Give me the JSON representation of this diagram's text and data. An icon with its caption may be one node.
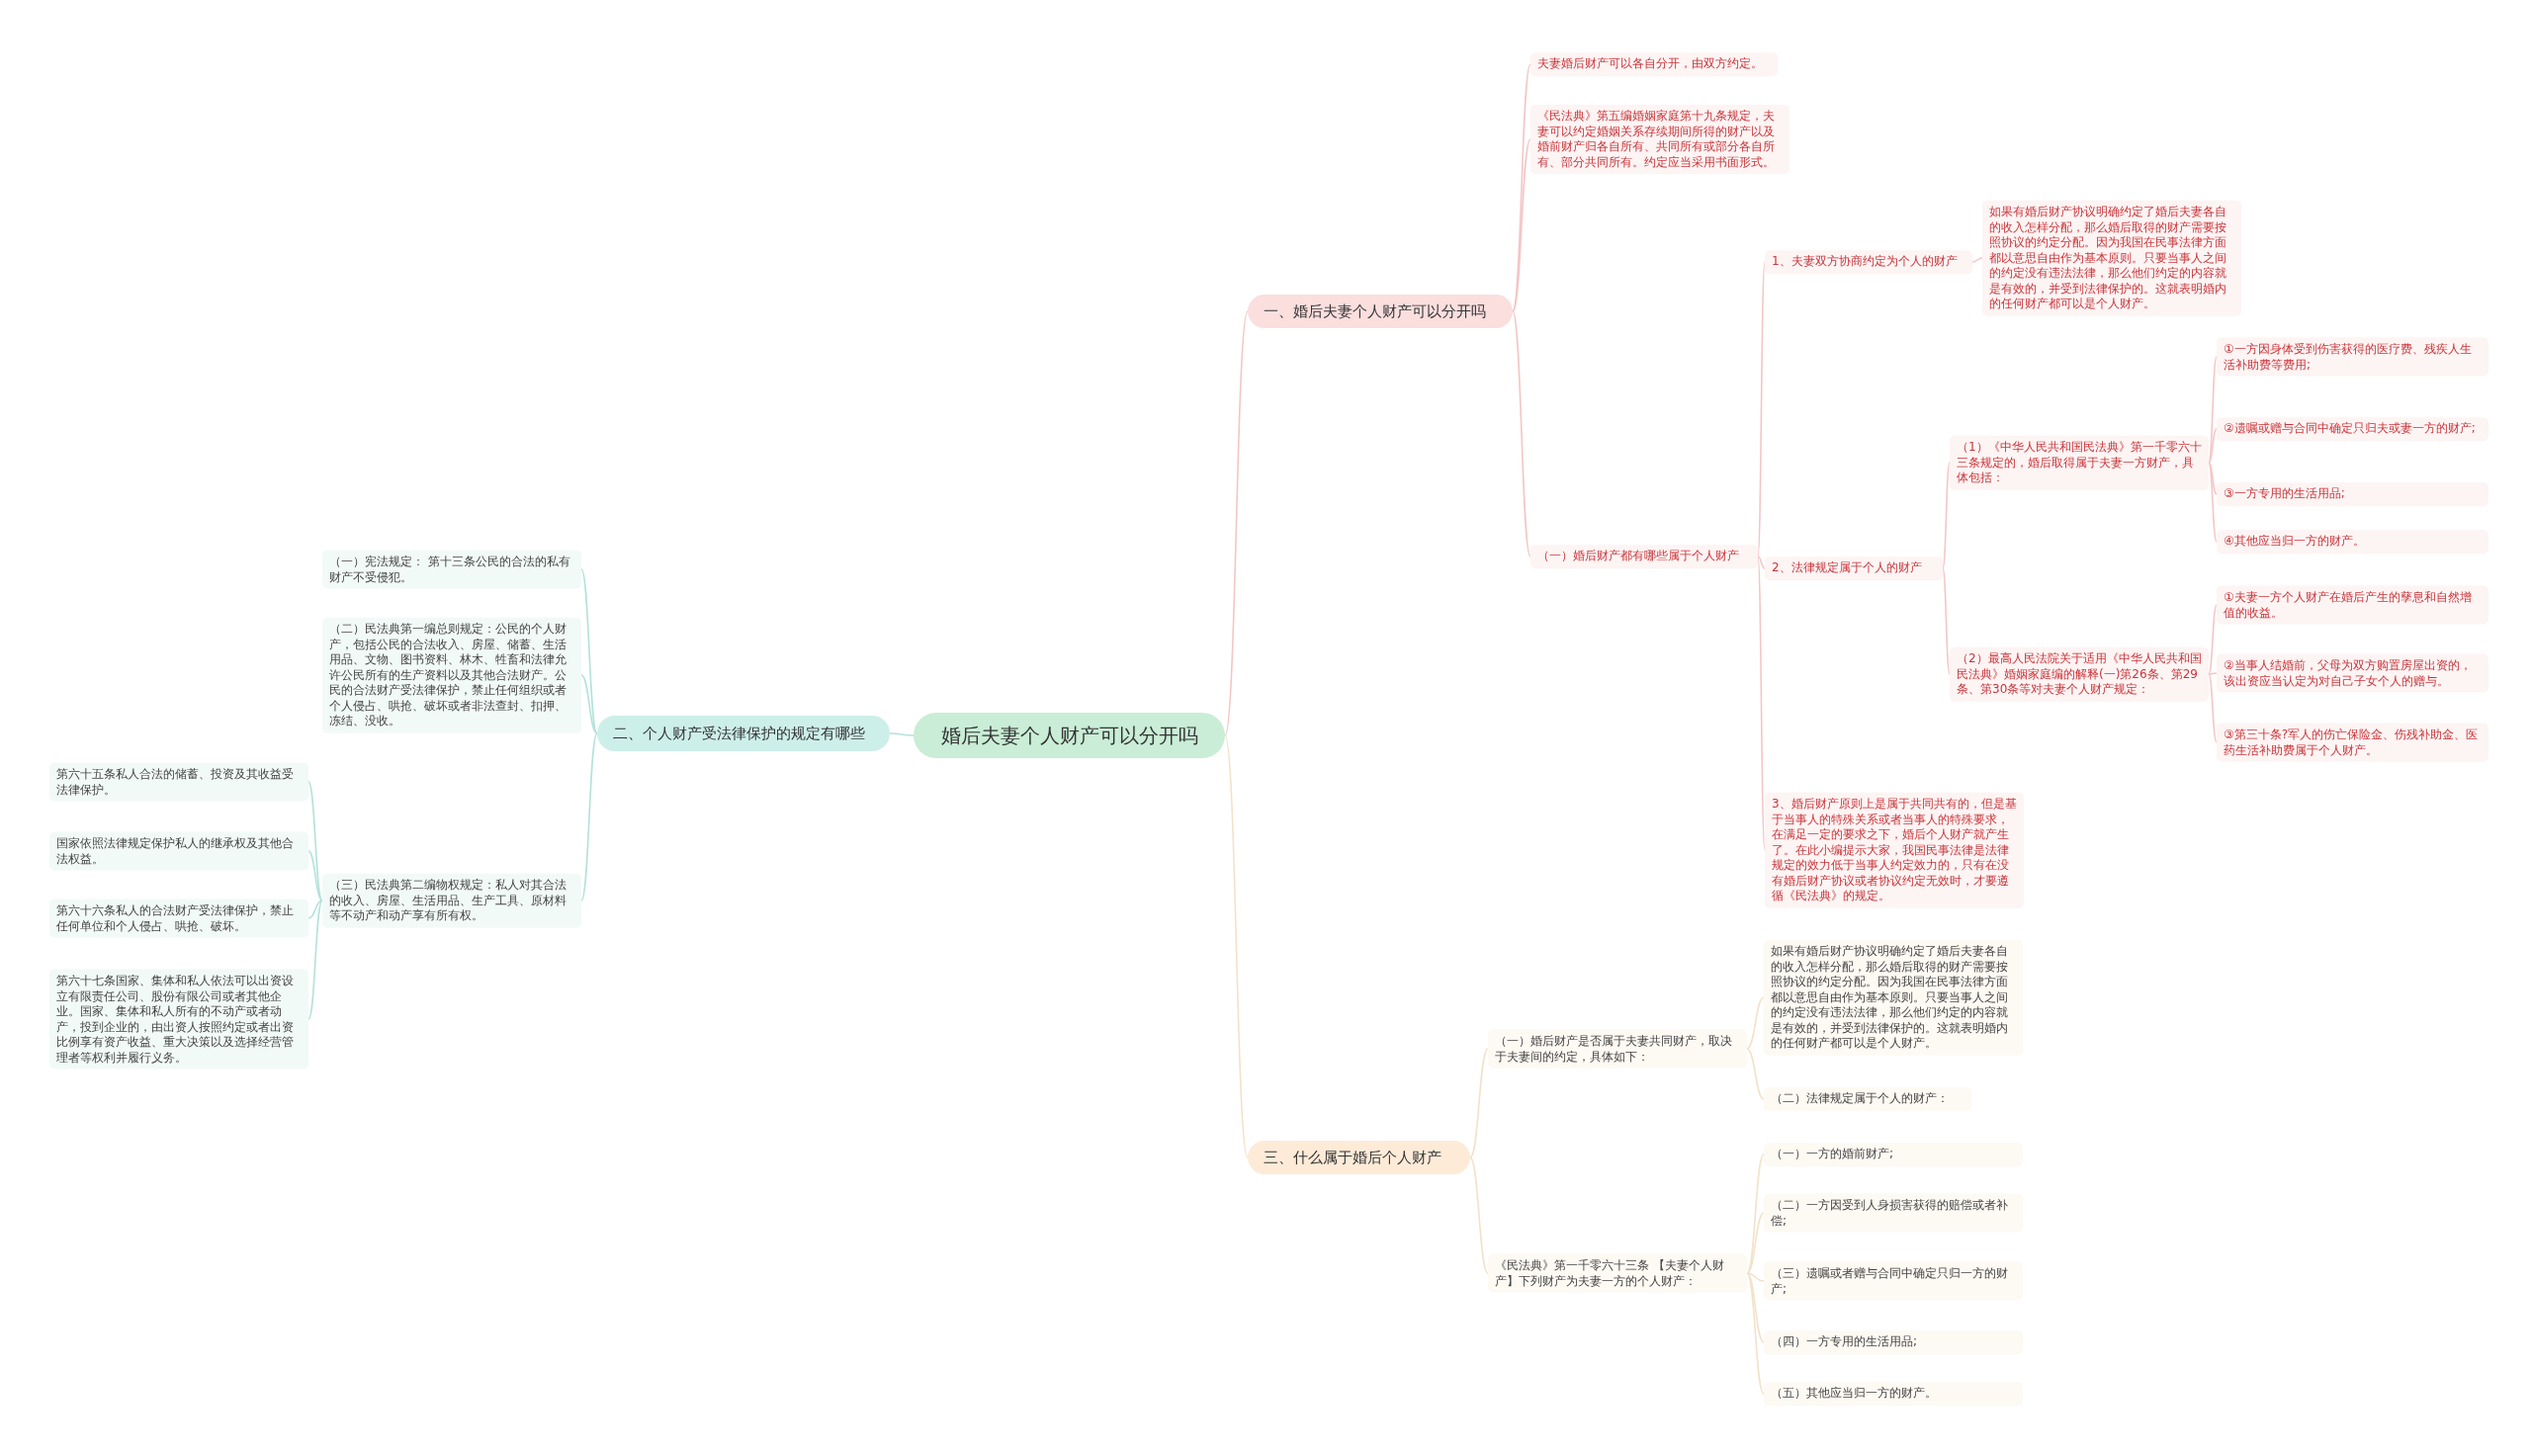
{
  "diagram": {
    "nodes": [
      {
        "text": [
          "婚后夫妻个人财产可以分开吗"
        ]
      },
      {
        "text": [
          "一、婚后夫妻个人财产可以分开吗"
        ]
      },
      {
        "text": [
          "夫妻婚后财产可以各自分开，由双方约定。"
        ]
      },
      {
        "text": [
          "《民法典》第五编婚姻家庭第十九条规定，夫妻可以约定婚姻关系存续期间所得的财产以及婚前财产归各自所有、共同所有或部分各自所有、部分共同所有。约定应当采用书面形式。"
        ]
      },
      {
        "text": [
          "（一）婚后财产都有哪些属于个人财产"
        ]
      },
      {
        "text": [
          "1、夫妻双方协商约定为个人的财产"
        ]
      },
      {
        "text": [
          "如果有婚后财产协议明确约定了婚后夫妻各自的收入怎样分配，那么婚后取得的财产需要按照协议的约定分配。因为我国在民事法律方面都以意思自由作为基本原则。只要当事人之间的约定没有违法法律，那么他们约定的内容就是有效的，并受到法律保护的。这就表明婚内的任何财产都可以是个人财产。"
        ]
      },
      {
        "text": [
          "2、法律规定属于个人的财产"
        ]
      },
      {
        "text": [
          "（1）《中华人民共和国民法典》第一千零六十三条规定的，婚后取得属于夫妻一方财产，具体包括："
        ]
      },
      {
        "text": [
          "①一方因身体受到伤害获得的医疗费、残疾人生活补助费等费用;"
        ]
      },
      {
        "text": [
          "②遗嘱或赠与合同中确定只归夫或妻一方的财产;"
        ]
      },
      {
        "text": [
          "③一方专用的生活用品;"
        ]
      },
      {
        "text": [
          "④其他应当归一方的财产。"
        ]
      },
      {
        "text": [
          "（2）最高人民法院关于适用《中华人民共和国民法典》婚姻家庭编的解释(一)第26条、第29条、第30条等对夫妻个人财产规定："
        ]
      },
      {
        "text": [
          "①夫妻一方个人财产在婚后产生的孳息和自然增值的收益。"
        ]
      },
      {
        "text": [
          "②当事人结婚前，父母为双方购置房屋出资的，该出资应当认定为对自己子女个人的赠与。"
        ]
      },
      {
        "text": [
          "③第三十条?军人的伤亡保险金、伤残补助金、医药生活补助费属于个人财产。"
        ]
      },
      {
        "text": [
          "3、婚后财产原则上是属于共同共有的，但是基于当事人的特殊关系或者当事人的特殊要求，在满足一定的要求之下，婚后个人财产就产生了。在此小编提示大家，我国民事法律是法律规定的效力低于当事人约定效力的，只有在没有婚后财产协议或者协议约定无效时，才要遵循《民法典》的规定。"
        ]
      },
      {
        "text": [
          "二、个人财产受法律保护的规定有哪些"
        ]
      },
      {
        "text": [
          "（一）宪法规定： 第十三条公民的合法的私有财产不受侵犯。"
        ]
      },
      {
        "text": [
          "（二）民法典第一编总则规定：公民的个人财产，包括公民的合法收入、房屋、储蓄、生活用品、文物、图书资料、林木、牲畜和法律允许公民所有的生产资料以及其他合法财产。公民的合法财产受法律保护，禁止任何组织或者个人侵占、哄抢、破坏或者非法查封、扣押、冻结、没收。"
        ]
      },
      {
        "text": [
          "（三）民法典第二编物权规定：私人对其合法的收入、房屋、生活用品、生产工具、原材料等不动产和动产享有所有权。"
        ]
      },
      {
        "text": [
          "第六十五条私人合法的储蓄、投资及其收益受法律保护。"
        ]
      },
      {
        "text": [
          "国家依照法律规定保护私人的继承权及其他合法权益。"
        ]
      },
      {
        "text": [
          "第六十六条私人的合法财产受法律保护，禁止任何单位和个人侵占、哄抢、破坏。"
        ]
      },
      {
        "text": [
          "第六十七条国家、集体和私人依法可以出资设立有限责任公司、股份有限公司或者其他企业。国家、集体和私人所有的不动产或者动产，投到企业的，由出资人按照约定或者出资比例享有资产收益、重大决策以及选择经营管理者等权利并履行义务。"
        ]
      },
      {
        "text": [
          "三、什么属于婚后个人财产"
        ]
      },
      {
        "text": [
          "（一）婚后财产是否属于夫妻共同财产，取决于夫妻间的约定，具体如下："
        ]
      },
      {
        "text": [
          "如果有婚后财产协议明确约定了婚后夫妻各自的收入怎样分配，那么婚后取得的财产需要按照协议的约定分配。因为我国在民事法律方面都以意思自由作为基本原则。只要当事人之间的约定没有违法法律，那么他们约定的内容就是有效的，并受到法律保护的。这就表明婚内的任何财产都可以是个人财产。"
        ]
      },
      {
        "text": [
          "（二）法律规定属于个人的财产："
        ]
      },
      {
        "text": [
          "《民法典》第一千零六十三条 【夫妻个人财产】下列财产为夫妻一方的个人财产："
        ]
      },
      {
        "text": [
          "（一）一方的婚前财产;"
        ]
      },
      {
        "text": [
          "（二）一方因受到人身损害获得的赔偿或者补偿;"
        ]
      },
      {
        "text": [
          "（三）遗嘱或者赠与合同中确定只归一方的财产;"
        ]
      },
      {
        "text": [
          "（四）一方专用的生活用品;"
        ]
      },
      {
        "text": [
          "（五）其他应当归一方的财产。"
        ]
      }
    ],
    "edges": [
      {
        "from": 0,
        "to": 1,
        "arrow": "none"
      },
      {
        "from": 1,
        "to": 2,
        "arrow": "none"
      },
      {
        "from": 1,
        "to": 3,
        "arrow": "none"
      },
      {
        "from": 1,
        "to": 4,
        "arrow": "none"
      },
      {
        "from": 4,
        "to": 5,
        "arrow": "none"
      },
      {
        "from": 5,
        "to": 6,
        "arrow": "none"
      },
      {
        "from": 4,
        "to": 7,
        "arrow": "none"
      },
      {
        "from": 7,
        "to": 8,
        "arrow": "none"
      },
      {
        "from": 8,
        "to": 9,
        "arrow": "none"
      },
      {
        "from": 8,
        "to": 10,
        "arrow": "none"
      },
      {
        "from": 8,
        "to": 11,
        "arrow": "none"
      },
      {
        "from": 8,
        "to": 12,
        "arrow": "none"
      },
      {
        "from": 7,
        "to": 13,
        "arrow": "none"
      },
      {
        "from": 13,
        "to": 14,
        "arrow": "none"
      },
      {
        "from": 13,
        "to": 15,
        "arrow": "none"
      },
      {
        "from": 13,
        "to": 16,
        "arrow": "none"
      },
      {
        "from": 4,
        "to": 17,
        "arrow": "none"
      },
      {
        "from": 0,
        "to": 18,
        "arrow": "none",
        "color": "#b3e2da"
      },
      {
        "from": 18,
        "to": 19,
        "arrow": "none",
        "color": "#b3e2da"
      },
      {
        "from": 18,
        "to": 20,
        "arrow": "none",
        "color": "#b3e2da"
      },
      {
        "from": 18,
        "to": 21,
        "arrow": "none",
        "color": "#b3e2da"
      },
      {
        "from": 21,
        "to": 22,
        "arrow": "none",
        "color": "#b3e2da"
      },
      {
        "from": 21,
        "to": 23,
        "arrow": "none",
        "color": "#b3e2da"
      },
      {
        "from": 21,
        "to": 24,
        "arrow": "none",
        "color": "#b3e2da"
      },
      {
        "from": 21,
        "to": 25,
        "arrow": "none",
        "color": "#b3e2da"
      },
      {
        "from": 0,
        "to": 26,
        "arrow": "none",
        "color": "#f3e2cb"
      },
      {
        "from": 26,
        "to": 27,
        "arrow": "none",
        "color": "#f3e2cb"
      },
      {
        "from": 27,
        "to": 28,
        "arrow": "none",
        "color": "#f3e2cb"
      },
      {
        "from": 27,
        "to": 29,
        "arrow": "none",
        "color": "#f3e2cb"
      },
      {
        "from": 26,
        "to": 30,
        "arrow": "none",
        "color": "#f3e2cb"
      },
      {
        "from": 30,
        "to": 31,
        "arrow": "none",
        "color": "#f3e2cb"
      },
      {
        "from": 30,
        "to": 32,
        "arrow": "none",
        "color": "#f3e2cb"
      },
      {
        "from": 30,
        "to": 33,
        "arrow": "none",
        "color": "#f3e2cb"
      },
      {
        "from": 30,
        "to": 34,
        "arrow": "none",
        "color": "#f3e2cb"
      },
      {
        "from": 30,
        "to": 35,
        "arrow": "none",
        "color": "#f3e2cb"
      }
    ]
  }
}
